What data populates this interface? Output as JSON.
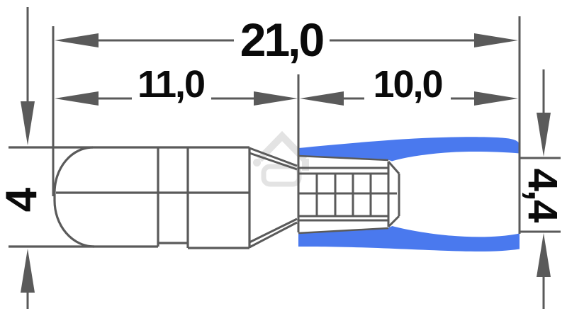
{
  "diagram": {
    "type": "technical-drawing",
    "subject": "insulated male bullet crimp terminal, side view with dimension callouts"
  },
  "dimensions": {
    "total_length": "21,0",
    "pin_section_length": "11,0",
    "insulation_section_length": "10,0",
    "body_diameter": "4",
    "insulation_entry_diameter": "4,4"
  },
  "colors": {
    "insulation_blue": "#4a79ee",
    "dimension_line_gray": "#5a5a5a",
    "text_black": "#0a0a0a",
    "watermark_gray": "#e3e3e3",
    "background": "#ffffff"
  },
  "watermark": {
    "icon": "house-logo-watermark"
  }
}
